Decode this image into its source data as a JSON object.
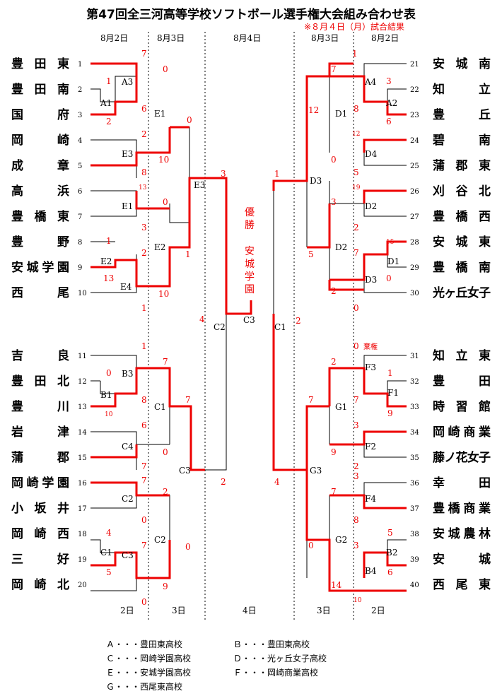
{
  "title": "第47回全三河高等学校ソフトボール選手権大会組み合わせ表",
  "note": "※８月４日（月）試合結果",
  "day_headers_top": [
    "8月2日",
    "8月3日",
    "8月4日",
    "8月3日",
    "8月2日"
  ],
  "day_headers_bottom": [
    "2日",
    "3日",
    "4日",
    "3日",
    "2日"
  ],
  "champion": {
    "label": "優勝",
    "team": "安城学園"
  },
  "left_teams": [
    "豊田東",
    "豊田南",
    "国府",
    "岡崎",
    "成章",
    "高浜",
    "豊橋東",
    "豊野",
    "安城学園",
    "西尾",
    "吉良",
    "豊田北",
    "豊川",
    "岩津",
    "蒲郡",
    "岡崎学園",
    "小坂井",
    "岡崎西",
    "三好",
    "岡崎北"
  ],
  "right_teams": [
    "安城南",
    "知立",
    "豊丘",
    "碧南",
    "蒲郡東",
    "刈谷北",
    "豊橋西",
    "安城東",
    "豊橋南",
    "光ヶ丘女子",
    "知立東",
    "豊田",
    "時習館",
    "岡崎商業",
    "藤ノ花女子",
    "幸田",
    "豊橋商業",
    "安城農林",
    "安城",
    "西尾東"
  ],
  "forfeit": "棄権",
  "legend": [
    "Ａ・・・豊田東高校",
    "Ｂ・・・豊田東高校",
    "Ｃ・・・岡崎学園高校",
    "Ｄ・・・光ヶ丘女子高校",
    "Ｅ・・・安城学園高校",
    "Ｆ・・・岡崎商業高校",
    "Ｇ・・・西尾東高校"
  ]
}
